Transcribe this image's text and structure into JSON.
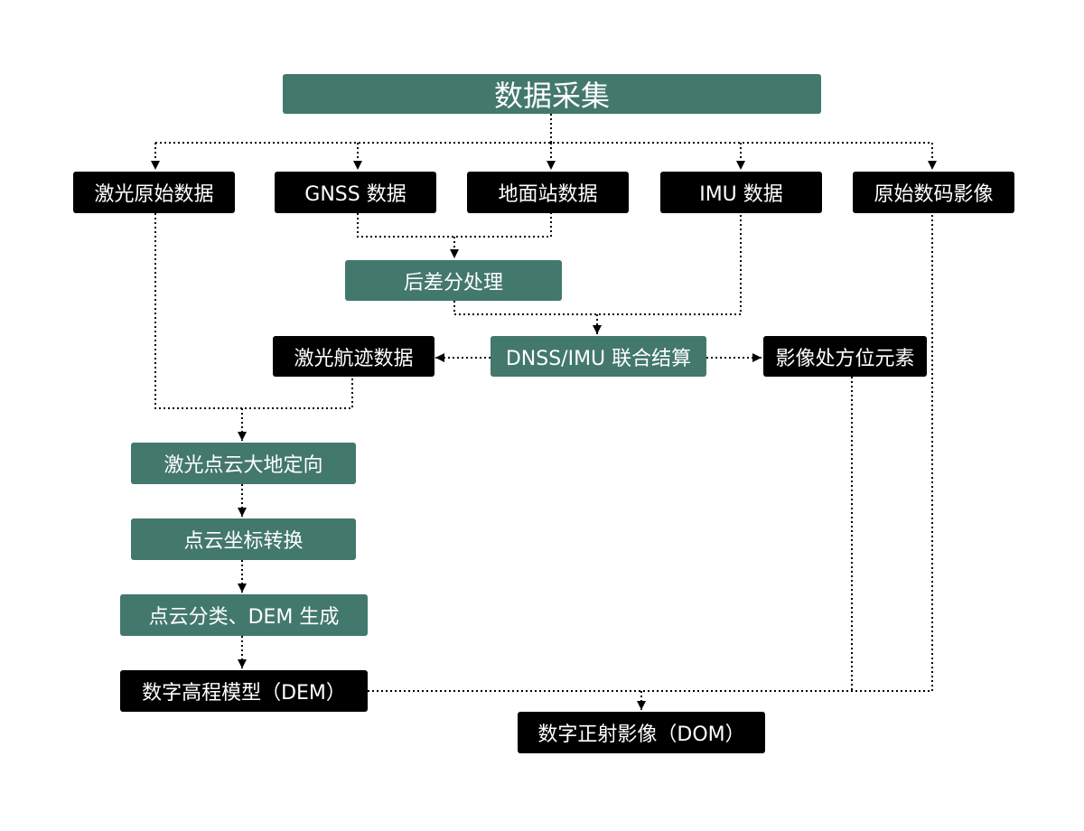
{
  "diagram": {
    "colors": {
      "process": "#43786d",
      "data": "#000000",
      "text": "#ffffff",
      "connector": "#000000"
    },
    "nodes": {
      "n_collect": "数据采集",
      "n_laser_raw": "激光原始数据",
      "n_gnss": "GNSS 数据",
      "n_ground": "地面站数据",
      "n_imu": "IMU 数据",
      "n_raw_image": "原始数码影像",
      "n_post": "后差分处理",
      "n_joint": "DNSS/IMU 联合结算",
      "n_laser_track": "激光航迹数据",
      "n_exterior": "影像处方位元素",
      "n_georef": "激光点云大地定向",
      "n_coord": "点云坐标转换",
      "n_classify": "点云分类、DEM 生成",
      "n_dem": "数字高程模型（DEM）",
      "n_dom": "数字正射影像（DOM）"
    }
  }
}
